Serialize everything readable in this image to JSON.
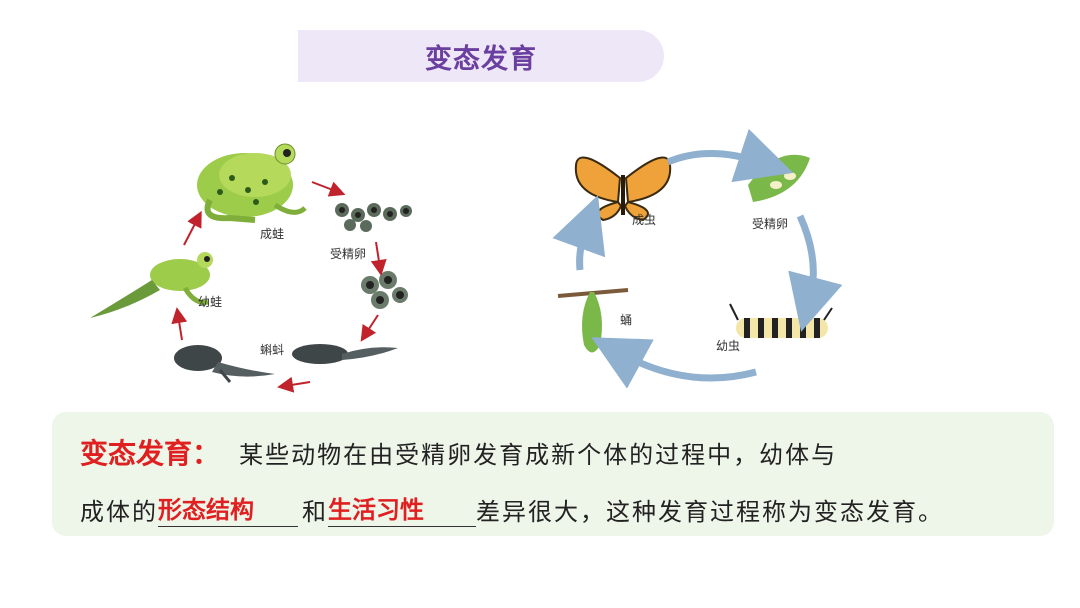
{
  "title": "变态发育",
  "frog_cycle": {
    "stages": {
      "adult": "成蛙",
      "eggs": "受精卵",
      "tadpole": "蝌蚪",
      "froglet": "幼蛙"
    }
  },
  "butterfly_cycle": {
    "stages": {
      "adult": "成虫",
      "eggs": "受精卵",
      "larva": "幼虫",
      "pupa": "蛹"
    }
  },
  "definition": {
    "term": "变态发育：",
    "line1": "某些动物在由受精卵发育成新个体的过程中，幼体与",
    "line2_start": "成体的",
    "blank1": "形态结构",
    "connector": "和",
    "blank2": "生活习性",
    "line2_end": "差异很大，这种发育过程称为变态发育。"
  },
  "colors": {
    "title_banner_bg": "#ede7f7",
    "title_text": "#6b3fa0",
    "highlight_red": "#e02020",
    "definition_bg": "#eef5e9",
    "arrow_red": "#c0232b",
    "arrow_blue": "#8fb0cf"
  }
}
